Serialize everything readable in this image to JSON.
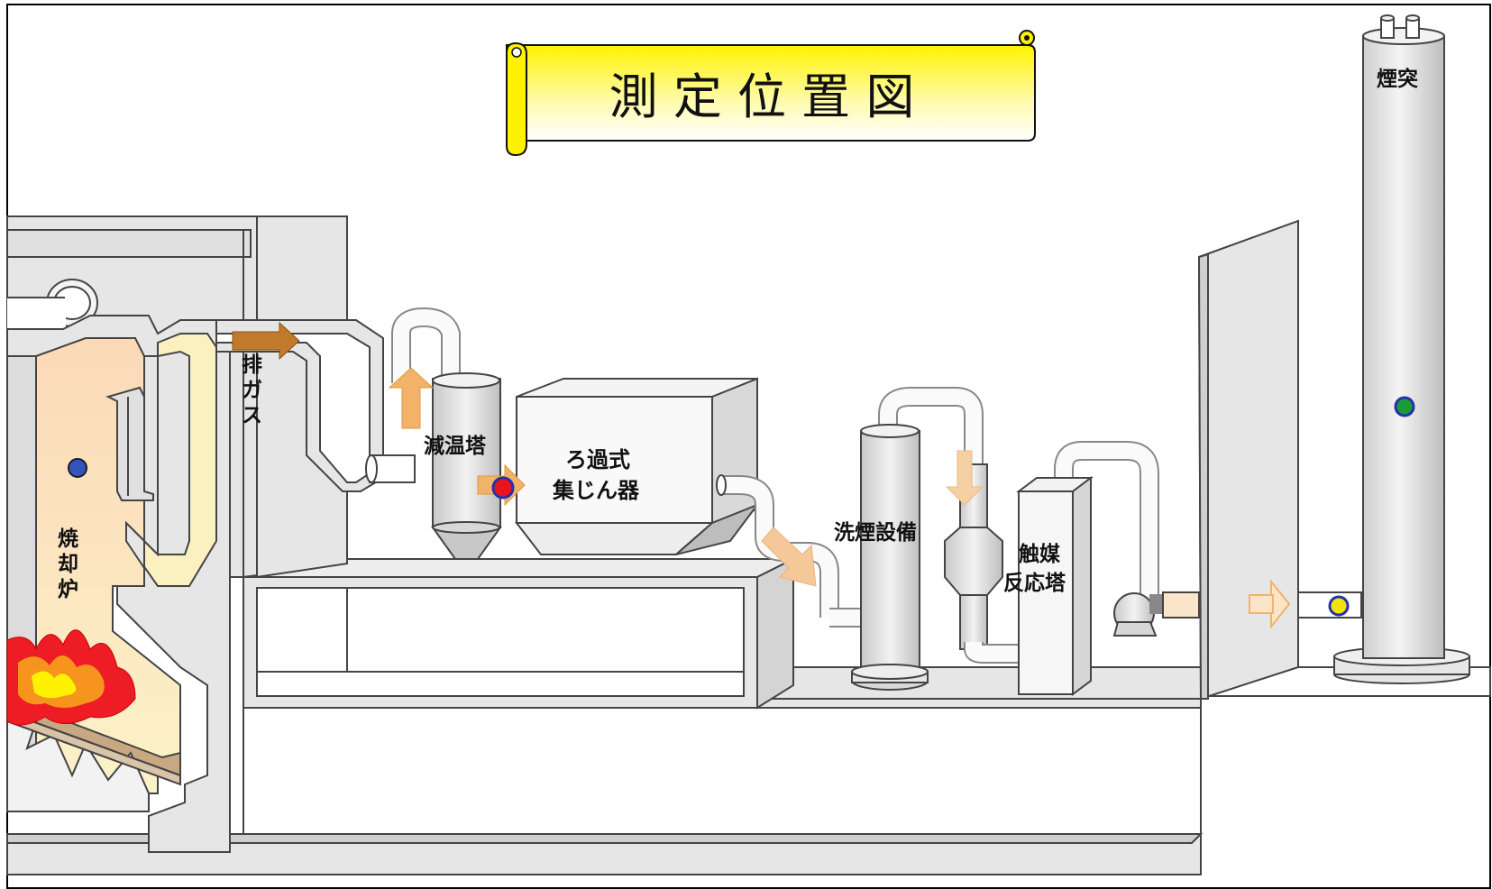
{
  "title": "測 定 位 置 図",
  "labels": {
    "exhaust_gas": [
      "排",
      "ガ",
      "ス"
    ],
    "cooling_tower": "減温塔",
    "bag_filter": [
      "ろ過式",
      "集じん器"
    ],
    "scrubber": "洗煙設備",
    "catalyst": [
      "触媒",
      "反応塔"
    ],
    "chimney": "煙突",
    "incinerator": [
      "焼",
      "却",
      "炉"
    ]
  },
  "markers": [
    {
      "id": "incinerator",
      "color": "#3355bb",
      "ring": "#1a1a2a"
    },
    {
      "id": "cooling-tower-outlet",
      "color": "#e8141e",
      "ring": "#2233aa"
    },
    {
      "id": "chimney-inlet",
      "color": "#f2e40a",
      "ring": "#2233aa"
    },
    {
      "id": "chimney",
      "color": "#1a9a3a",
      "ring": "#2233aa"
    }
  ],
  "colors": {
    "wall": "#e6e6e6",
    "outline": "#444444",
    "furnace_fill": "#fbe2c4",
    "arrow_brown": "#c17a2c",
    "arrow_orange": "#f2b26a",
    "arrow_light": "#f5d0a2",
    "banner_yellow": "#fff200"
  }
}
